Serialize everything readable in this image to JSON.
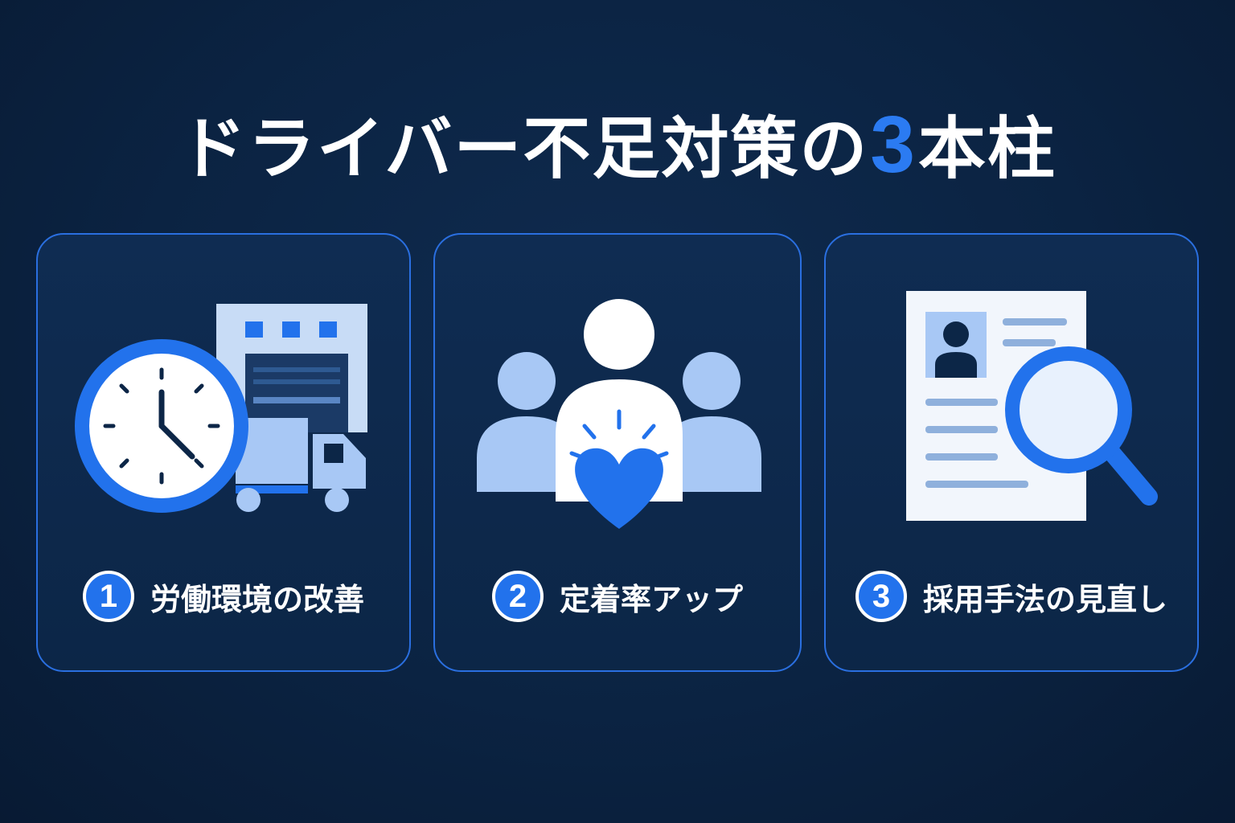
{
  "title": {
    "prefix": "ドライバー不足対策の",
    "number": "3",
    "suffix": "本柱"
  },
  "colors": {
    "background": "#0b2342",
    "accent": "#2272ec",
    "light_blue": "#a8c8f5",
    "white": "#ffffff"
  },
  "pillars": [
    {
      "number": "1",
      "label": "労働環境の改善",
      "icons": [
        "clock-icon",
        "warehouse-icon",
        "truck-icon"
      ]
    },
    {
      "number": "2",
      "label": "定着率アップ",
      "icons": [
        "team-people-icon",
        "heart-icon"
      ]
    },
    {
      "number": "3",
      "label": "採用手法の見直し",
      "icons": [
        "resume-document-icon",
        "magnifier-icon"
      ]
    }
  ]
}
